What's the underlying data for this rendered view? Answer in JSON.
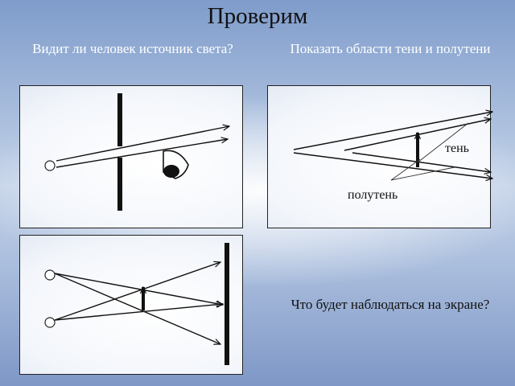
{
  "title": "Проверим",
  "question_left": "Видит ли человек источник света?",
  "task_right": "Показать области тени и полутени",
  "label_shadow": "тень",
  "label_penumbra": "полутень",
  "question_bottom": "Что будет наблюдаться на экране?"
}
